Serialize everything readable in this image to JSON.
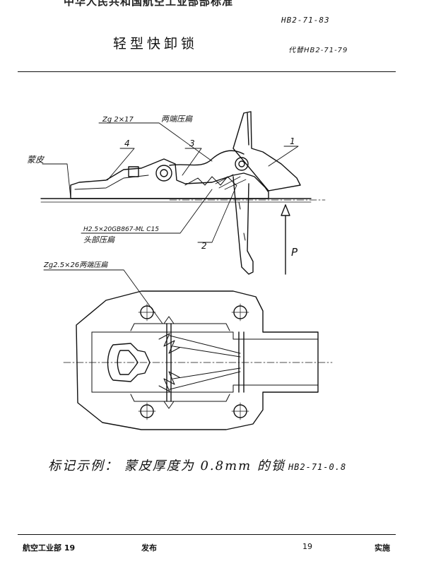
{
  "header": {
    "organization": "中华人民共和国航空工业部部标准",
    "standard_code": "HB2-71-83",
    "title": "轻型快卸锁",
    "replaces": "代替HB2-71-79"
  },
  "drawing": {
    "labels": {
      "skin": "蒙皮",
      "rivet_top": "Zg 2×17",
      "rivet_top_note": "两端压扁",
      "part_1": "1",
      "part_2": "2",
      "part_3": "3",
      "part_4": "4",
      "pin_spec": "H2.5×20GB867-ML C15",
      "pin_note": "头部压扁",
      "force": "P",
      "rivet_bottom": "Zg2.5×26两端压扁"
    }
  },
  "marking_example": {
    "text": "标记示例： 蒙皮厚度为 0.8mm 的锁",
    "code": "HB2-71-0.8"
  },
  "footer": {
    "issuer": "航空工业部 19",
    "issued": "发布",
    "year": "19",
    "effective": "实施"
  }
}
